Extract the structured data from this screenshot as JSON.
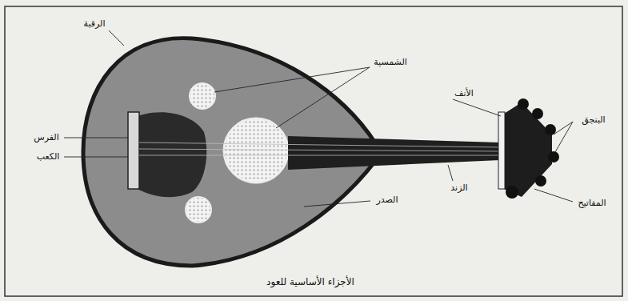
{
  "diagram": {
    "caption": "الأجزاء الأساسية للعود",
    "labels": [
      "الرقبة",
      "الشمسية",
      "الفرس",
      "الكعب",
      "الأنف",
      "البنجق",
      "الزند",
      "الصدر",
      "المفاتيح"
    ]
  }
}
